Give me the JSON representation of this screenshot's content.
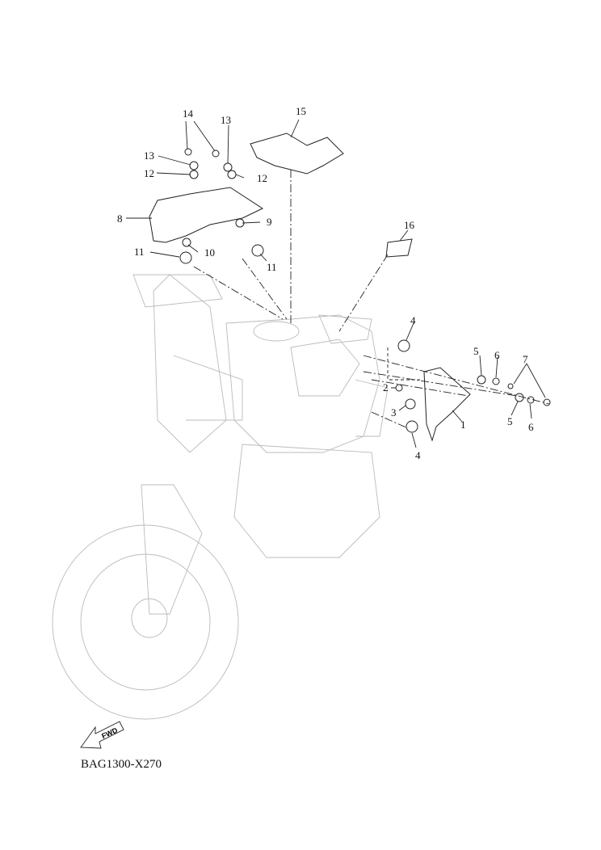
{
  "diagram": {
    "code": "BAG1300-X270",
    "fwd_label": "FWD",
    "callouts": [
      "14",
      "13",
      "15",
      "13",
      "12",
      "12",
      "8",
      "9",
      "16",
      "11",
      "10",
      "11",
      "4",
      "5",
      "6",
      "7",
      "2",
      "3",
      "1",
      "5",
      "6",
      "4"
    ]
  }
}
